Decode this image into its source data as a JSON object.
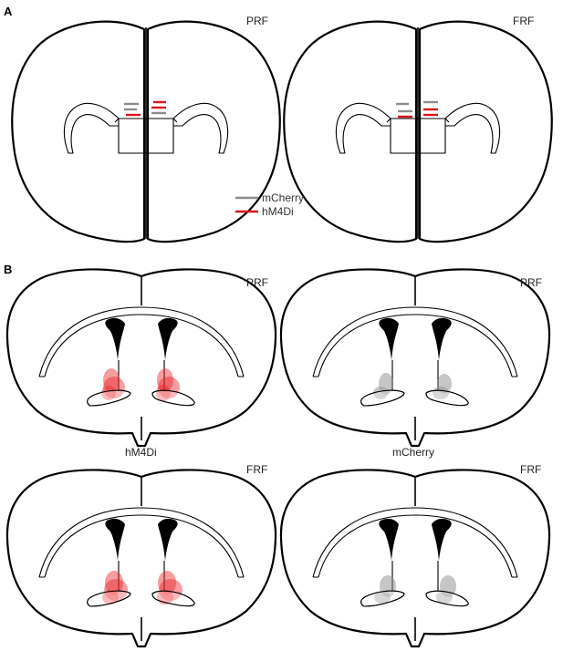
{
  "panels": {
    "a": {
      "letter": "A",
      "left_label": "PRF",
      "right_label": "FRF"
    },
    "b": {
      "letter": "B",
      "top_left_label": "PRF",
      "top_right_label": "PRF",
      "bottom_left_label": "FRF",
      "bottom_right_label": "FRF",
      "left_group_label": "hM4Di",
      "right_group_label": "mCherry"
    }
  },
  "legend": {
    "items": [
      {
        "label": "mCherry",
        "color": "#8c8c8c"
      },
      {
        "label": "hM4Di",
        "color": "#d9141c"
      }
    ]
  },
  "colors": {
    "hm4di_spread": "#e8262b",
    "mcherry_spread": "#8e8e8e"
  }
}
